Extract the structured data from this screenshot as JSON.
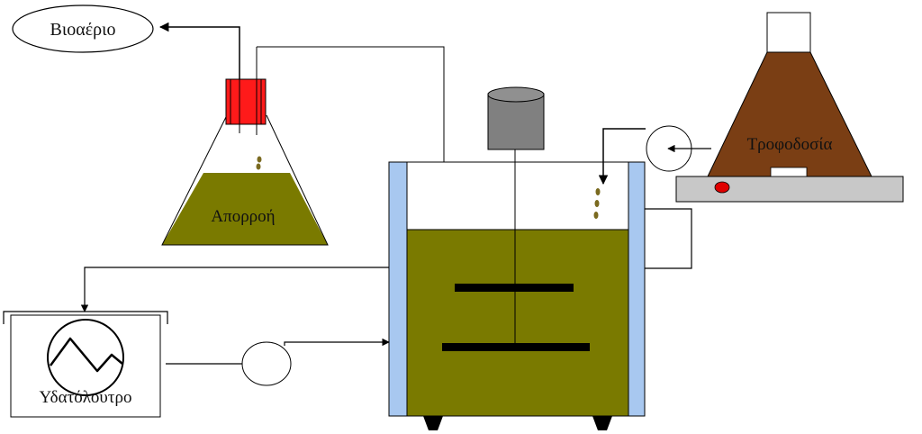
{
  "labels": {
    "biogas": "Βιοαέριο",
    "effluent": "Απορροή",
    "feed": "Τροφοδοσία",
    "water_bath": "Υδατόλουτρο"
  },
  "colors": {
    "liquid": "#7a7a00",
    "jacket": "#a8c8f0",
    "seal": "#ff1a1a",
    "feed_material": "#7a3e14",
    "platform": "#c8c8c8",
    "motor": "#808080",
    "indicator": "#e00000",
    "lines": "#000000"
  },
  "icons": {
    "pump_1": "pump-icon",
    "pump_2": "pump-icon",
    "thermometer_wave": "temperature-wave-icon",
    "motor": "motor-icon"
  }
}
